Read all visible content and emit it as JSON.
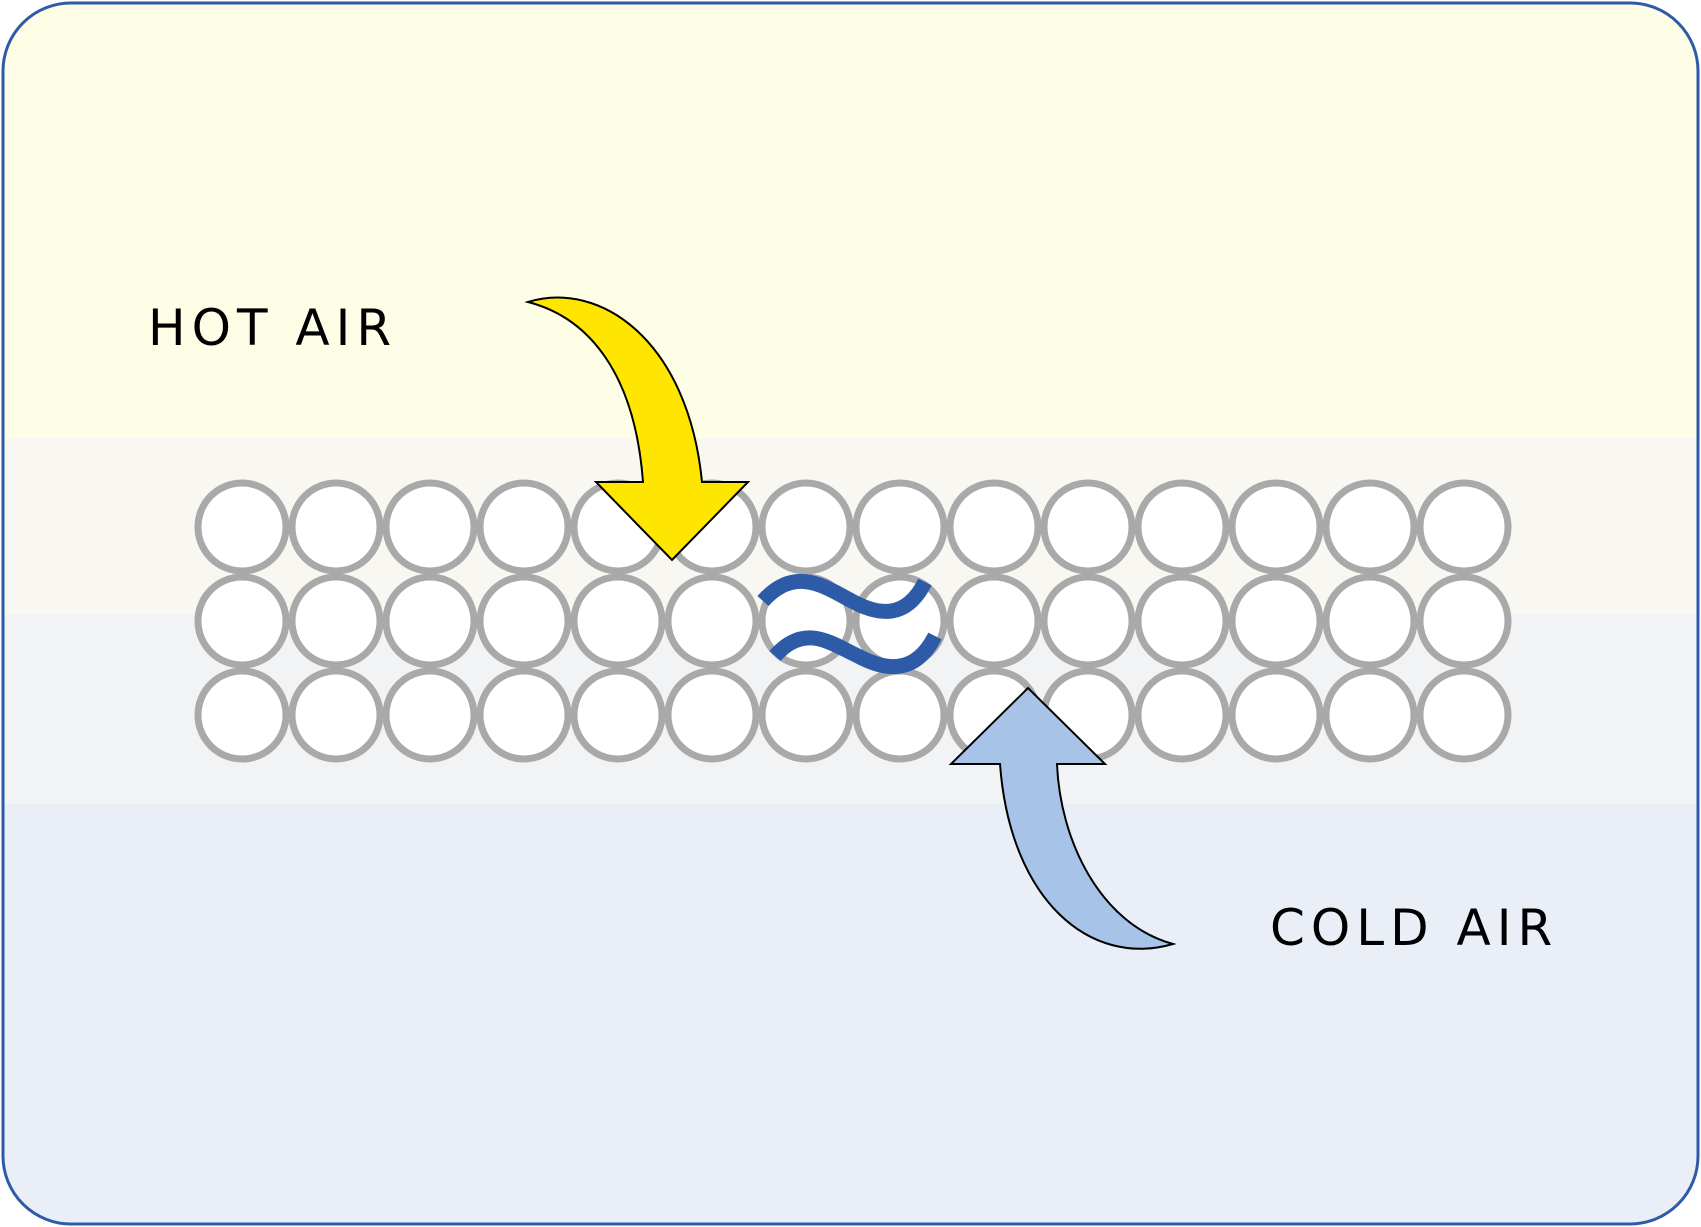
{
  "labels": {
    "hot": "HOT AIR",
    "cold": "COLD AIR"
  },
  "colors": {
    "frame": "#2E5BA8",
    "hot_zone": "#FEFDE6",
    "mid_zone_top": "#F8F7F2",
    "mid_zone_bottom": "#F2F3F5",
    "cold_zone": "#EAEFF7",
    "particle_stroke": "#A9A9A9",
    "particle_fill": "#FFFFFF",
    "hot_arrow": "#FFE600",
    "cold_arrow": "#A7C3E8",
    "wave": "#2E5BA8"
  },
  "grid": {
    "rows": 3,
    "columns": 14
  }
}
